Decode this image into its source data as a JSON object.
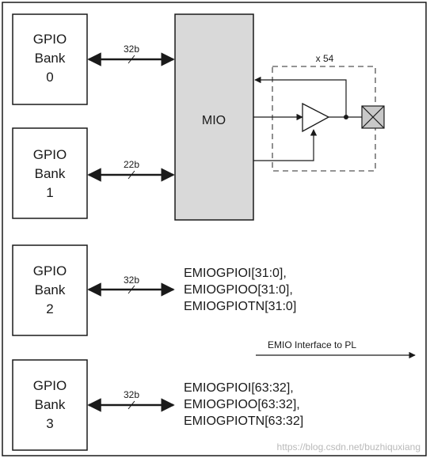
{
  "banks": [
    {
      "lines": [
        "GPIO",
        "Bank",
        "0"
      ],
      "width_label": "32b"
    },
    {
      "lines": [
        "GPIO",
        "Bank",
        "1"
      ],
      "width_label": "22b"
    },
    {
      "lines": [
        "GPIO",
        "Bank",
        "2"
      ],
      "width_label": "32b"
    },
    {
      "lines": [
        "GPIO",
        "Bank",
        "3"
      ],
      "width_label": "32b"
    }
  ],
  "mio": {
    "label": "MIO"
  },
  "pad": {
    "multiplier": "x 54"
  },
  "emio": {
    "bank2_signals": [
      "EMIOGPIOI[31:0],",
      "EMIOGPIOO[31:0],",
      "EMIOGPIOTN[31:0]"
    ],
    "bank3_signals": [
      "EMIOGPIOI[63:32],",
      "EMIOGPIOO[63:32],",
      "EMIOGPIOTN[63:32]"
    ],
    "interface_label": "EMIO Interface to PL"
  },
  "watermark": "https://blog.csdn.net/buzhiquxiang",
  "colors": {
    "mio_fill": "#d9d9d9",
    "line": "#1a1a1a",
    "pad_fill": "#c8c8c8",
    "dashed": "#555555"
  }
}
